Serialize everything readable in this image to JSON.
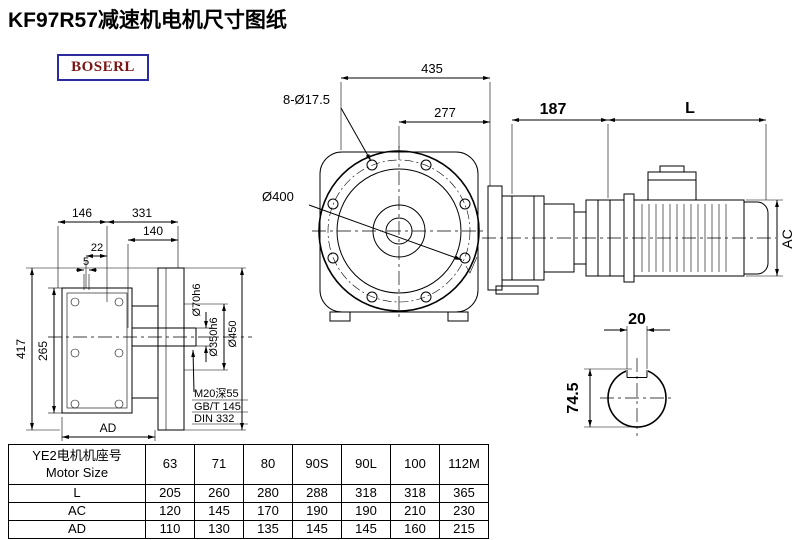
{
  "page": {
    "title": "KF97R57减速机电机尺寸图纸",
    "logo_text": "BOSERL"
  },
  "colors": {
    "logo_text": "#7a1313",
    "logo_border": "#2b2b9e",
    "line": "#000000",
    "background": "#ffffff"
  },
  "front_view": {
    "dim_overall_width": "435",
    "dim_bolt_holes": "8-Ø17.5",
    "dim_inner_width": "277",
    "dim_bolt_circle": "Ø400"
  },
  "side_view": {
    "dim_gearbox_length": "187",
    "dim_motor_length": "L",
    "dim_motor_diameter": "AC"
  },
  "left_view": {
    "dim_146": "146",
    "dim_331": "331",
    "dim_140": "140",
    "dim_22": "22",
    "dim_5": "5",
    "dim_417": "417",
    "dim_265": "265",
    "dim_AD": "AD",
    "dim_shaft": "Ø70h6",
    "dim_spigot": "Ø350h6",
    "dim_flange_od": "Ø450",
    "note_tap": "M20深55",
    "note_std1": "GB/T 145",
    "note_std2": "DIN 332"
  },
  "shaft_section": {
    "dim_key_width": "20",
    "dim_height": "74.5"
  },
  "table": {
    "header_cn": "YE2电机机座号",
    "header_en": "Motor Size",
    "sizes": [
      "63",
      "71",
      "80",
      "90S",
      "90L",
      "100",
      "112M"
    ],
    "rows": [
      {
        "label": "L",
        "values": [
          "205",
          "260",
          "280",
          "288",
          "318",
          "318",
          "365"
        ]
      },
      {
        "label": "AC",
        "values": [
          "120",
          "145",
          "170",
          "190",
          "190",
          "210",
          "230"
        ]
      },
      {
        "label": "AD",
        "values": [
          "110",
          "130",
          "135",
          "145",
          "145",
          "160",
          "215"
        ]
      }
    ]
  }
}
